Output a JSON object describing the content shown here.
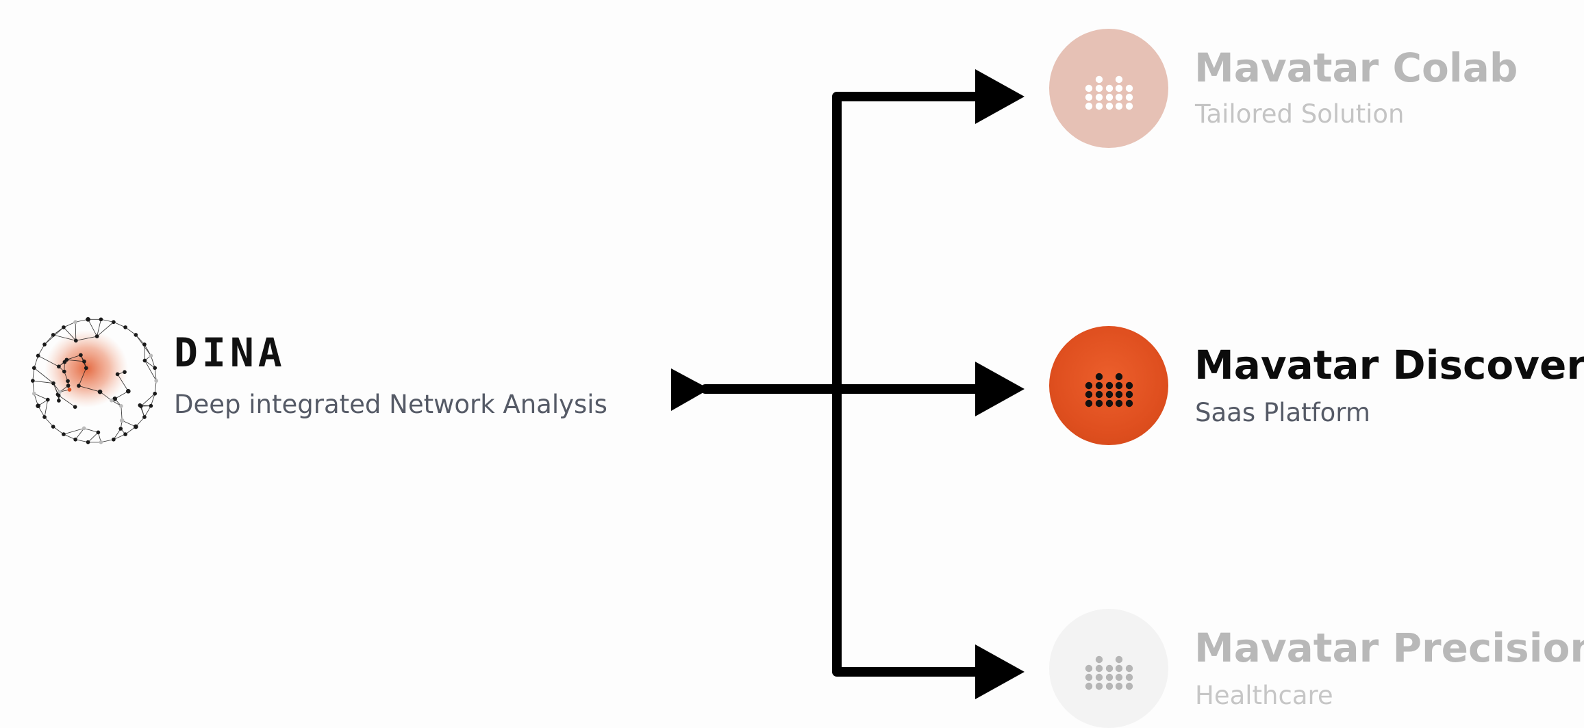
{
  "source": {
    "name": "DINA",
    "subtitle": "Deep integrated Network Analysis",
    "icon": "network-sphere-icon"
  },
  "products": [
    {
      "title": "Mavatar Colab",
      "subtitle": "Tailored Solution",
      "icon": "dot-matrix-icon",
      "state": "inactive",
      "circle_color": "#e6c1b5",
      "dot_color": "#ffffff"
    },
    {
      "title": "Mavatar Discovery",
      "subtitle": "Saas Platform",
      "icon": "dot-matrix-icon",
      "state": "active",
      "circle_color": "#df4f1f",
      "dot_color": "#111111"
    },
    {
      "title": "Mavatar Precision",
      "subtitle": "Healthcare",
      "icon": "dot-matrix-icon",
      "state": "inactive",
      "circle_color": "#f3f3f3",
      "dot_color": "#b5b5b5"
    }
  ],
  "colors": {
    "accent": "#df4f1f",
    "connector": "#000000",
    "muted_text": "#b8b8b8",
    "subtitle_text": "#555a66"
  }
}
